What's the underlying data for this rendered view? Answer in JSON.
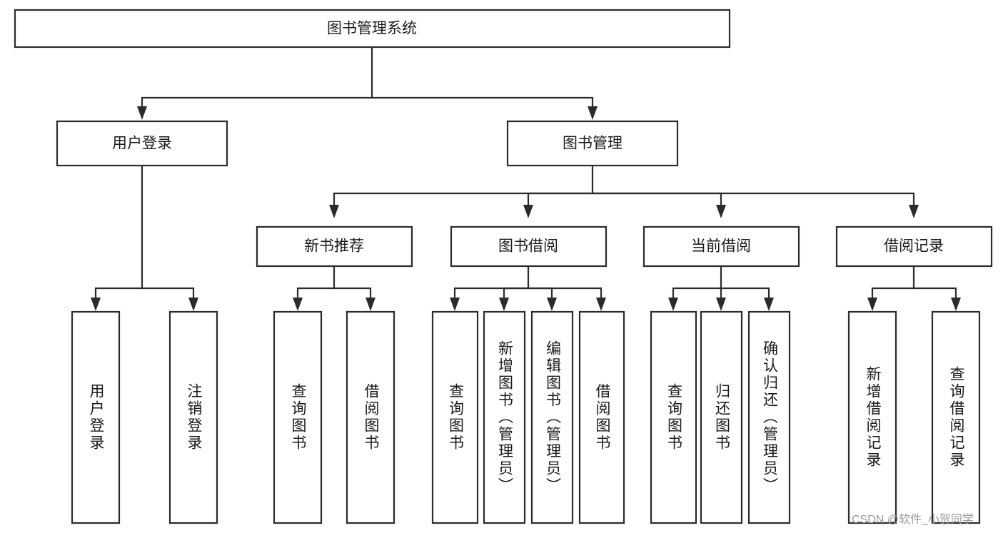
{
  "diagram": {
    "type": "tree-hierarchy",
    "title": "图书管理系统",
    "watermark": "CSDN @软件_小贺同学",
    "colors": {
      "stroke": "#2b2b2b",
      "fill": "#ffffff",
      "text": "#1a1a1a",
      "watermark": "#9b9b9b",
      "background": "#ffffff"
    },
    "levels": [
      {
        "level": 0,
        "nodes": [
          {
            "id": "root",
            "label": "图书管理系统",
            "orientation": "horizontal"
          }
        ]
      },
      {
        "level": 1,
        "nodes": [
          {
            "id": "login",
            "label": "用户登录",
            "orientation": "horizontal",
            "parent": "root"
          },
          {
            "id": "bookmgmt",
            "label": "图书管理",
            "orientation": "horizontal",
            "parent": "root"
          }
        ]
      },
      {
        "level": 2,
        "nodes": [
          {
            "id": "newbook",
            "label": "新书推荐",
            "orientation": "horizontal",
            "parent": "bookmgmt"
          },
          {
            "id": "borrow",
            "label": "图书借阅",
            "orientation": "horizontal",
            "parent": "bookmgmt"
          },
          {
            "id": "current",
            "label": "当前借阅",
            "orientation": "horizontal",
            "parent": "bookmgmt"
          },
          {
            "id": "records",
            "label": "借阅记录",
            "orientation": "horizontal",
            "parent": "bookmgmt"
          }
        ]
      },
      {
        "level": 3,
        "nodes": [
          {
            "id": "leaf-user-login",
            "label": "用户登录",
            "orientation": "vertical",
            "parent": "login"
          },
          {
            "id": "leaf-user-logout",
            "label": "注销登录",
            "orientation": "vertical",
            "parent": "login"
          },
          {
            "id": "leaf-newbook-query",
            "label": "查询图书",
            "orientation": "vertical",
            "parent": "newbook"
          },
          {
            "id": "leaf-newbook-borrow",
            "label": "借阅图书",
            "orientation": "vertical",
            "parent": "newbook"
          },
          {
            "id": "leaf-borrow-query",
            "label": "查询图书",
            "orientation": "vertical",
            "parent": "borrow"
          },
          {
            "id": "leaf-borrow-add",
            "label": "新增图书（管理员）",
            "orientation": "vertical",
            "parent": "borrow"
          },
          {
            "id": "leaf-borrow-edit",
            "label": "编辑图书（管理员）",
            "orientation": "vertical",
            "parent": "borrow"
          },
          {
            "id": "leaf-borrow-lend",
            "label": "借阅图书",
            "orientation": "vertical",
            "parent": "borrow"
          },
          {
            "id": "leaf-current-query",
            "label": "查询图书",
            "orientation": "vertical",
            "parent": "current"
          },
          {
            "id": "leaf-current-return",
            "label": "归还图书",
            "orientation": "vertical",
            "parent": "current"
          },
          {
            "id": "leaf-current-confirm",
            "label": "确认归还（管理员）",
            "orientation": "vertical",
            "parent": "current"
          },
          {
            "id": "leaf-records-add",
            "label": "新增借阅记录",
            "orientation": "vertical",
            "parent": "records"
          },
          {
            "id": "leaf-records-query",
            "label": "查询借阅记录",
            "orientation": "vertical",
            "parent": "records"
          }
        ]
      }
    ]
  }
}
